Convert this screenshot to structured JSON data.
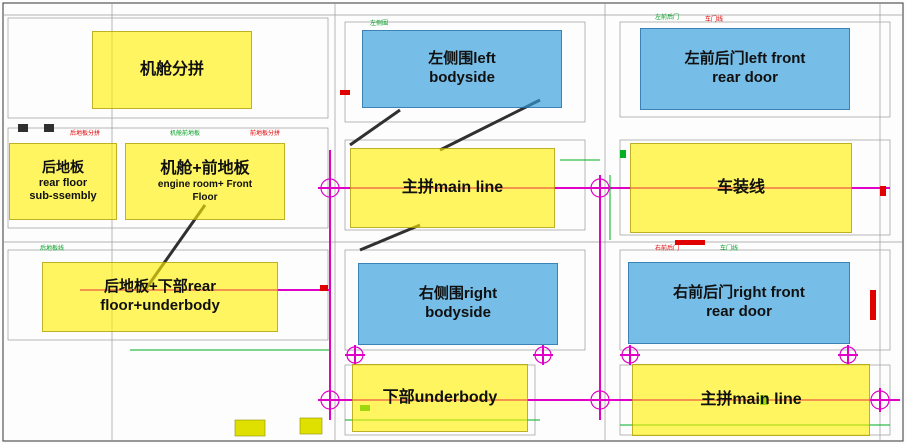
{
  "diagram": {
    "areas": [
      {
        "id": "cabin-subassembly",
        "lines": [
          "机舱分拼"
        ],
        "color": "yellow"
      },
      {
        "id": "left-bodyside",
        "lines": [
          "左侧围left",
          "bodyside"
        ],
        "color": "blue"
      },
      {
        "id": "left-front-rear-door",
        "lines": [
          "左前后门left front",
          "rear door"
        ],
        "color": "blue"
      },
      {
        "id": "rear-floor-subassembly",
        "lines": [
          "后地板",
          "rear floor",
          "sub-ssembly"
        ],
        "color": "yellow"
      },
      {
        "id": "engine-room-front-floor",
        "lines": [
          "机舱+前地板",
          "engine room+ Front",
          "Floor"
        ],
        "color": "yellow"
      },
      {
        "id": "main-line-top",
        "lines": [
          "主拼main line"
        ],
        "color": "yellow"
      },
      {
        "id": "door-assembly-line",
        "lines": [
          "车装线"
        ],
        "color": "yellow"
      },
      {
        "id": "rear-floor-underbody",
        "lines": [
          "后地板+下部rear",
          "floor+underbody"
        ],
        "color": "yellow"
      },
      {
        "id": "right-bodyside",
        "lines": [
          "右侧围right",
          "bodyside"
        ],
        "color": "blue"
      },
      {
        "id": "right-front-rear-door",
        "lines": [
          "右前后门right front",
          "rear door"
        ],
        "color": "blue"
      },
      {
        "id": "underbody",
        "lines": [
          "下部underbody"
        ],
        "color": "yellow"
      },
      {
        "id": "main-line-bottom",
        "lines": [
          "主拼main line"
        ],
        "color": "yellow"
      }
    ],
    "colors": {
      "yellow_zone": "#fff000",
      "blue_zone": "#309cdc",
      "cad_magenta": "#e000c8",
      "cad_red": "#e00000",
      "cad_green": "#00b020",
      "cad_line": "#444444"
    }
  }
}
